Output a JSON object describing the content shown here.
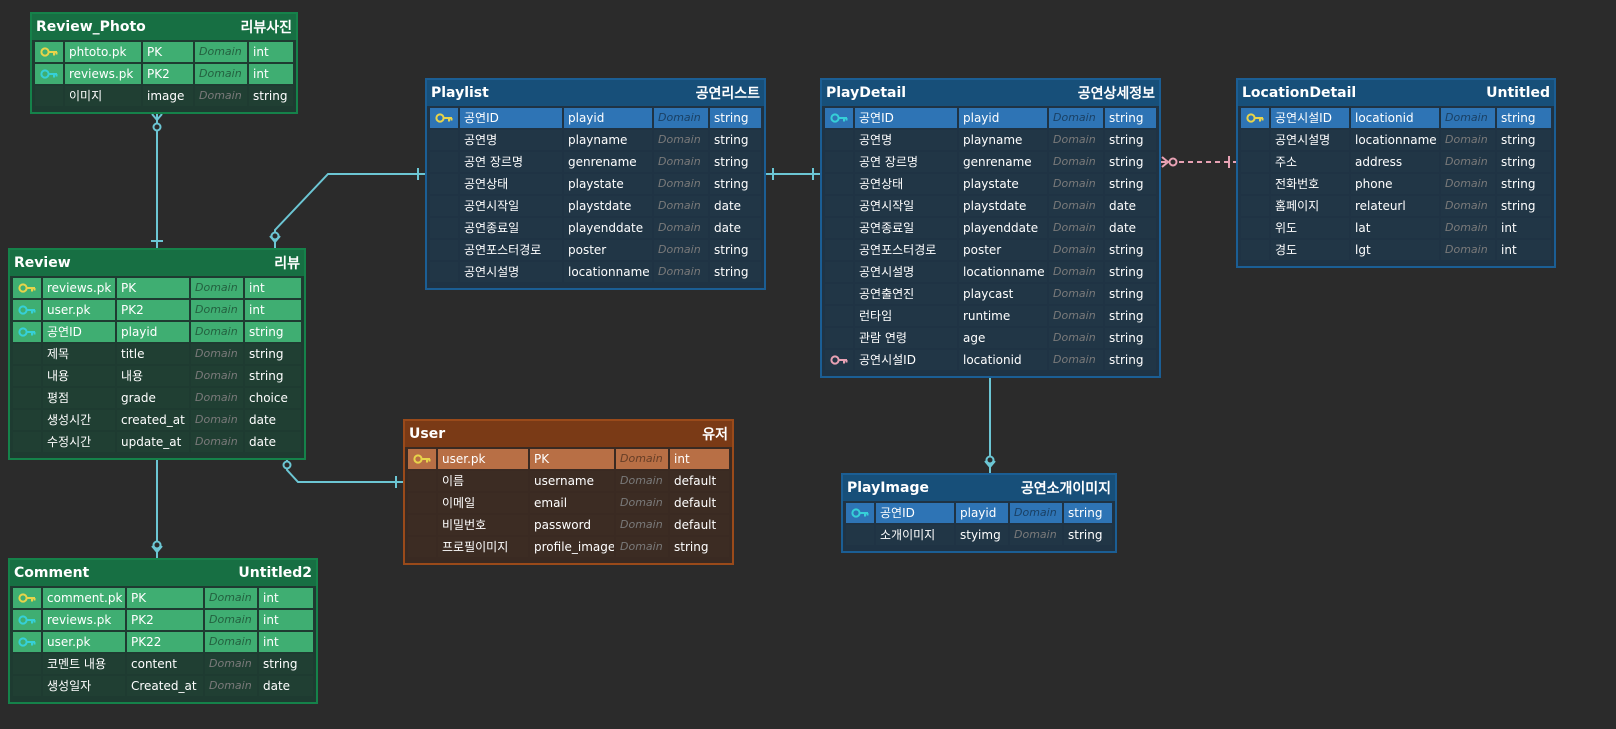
{
  "colors": {
    "green_border": "#15824a",
    "green_head": "#176f43",
    "green_body": "#1e3b31",
    "green_pk": "#3fae72",
    "blue_border": "#1b5e94",
    "blue_head": "#174f79",
    "blue_body": "#1f3344",
    "blue_pk": "#2e74b5",
    "brown_border": "#9a4a1a",
    "brown_head": "#7a3a16",
    "brown_body": "#3a2a22",
    "brown_pk": "#b86f45",
    "line": "#6cc6d4",
    "line_pink": "#e8a2b4",
    "key_gold": "#e8d44a",
    "key_teal": "#36d0d8",
    "key_pink": "#e8a2b4"
  },
  "entities": {
    "review_photo": {
      "name": "Review_Photo",
      "title": "리뷰사진",
      "rows": [
        {
          "key": "gold",
          "logical": "phtoto.pk",
          "physical": "PK",
          "domain": "Domain",
          "type": "int"
        },
        {
          "key": "teal",
          "logical": "reviews.pk",
          "physical": "PK2",
          "domain": "Domain",
          "type": "int"
        },
        {
          "key": "",
          "logical": "이미지",
          "physical": "image",
          "domain": "Domain",
          "type": "string"
        }
      ]
    },
    "playlist": {
      "name": "Playlist",
      "title": "공연리스트",
      "rows": [
        {
          "key": "gold",
          "logical": "공연ID",
          "physical": "playid",
          "domain": "Domain",
          "type": "string"
        },
        {
          "key": "",
          "logical": "공연명",
          "physical": "playname",
          "domain": "Domain",
          "type": "string"
        },
        {
          "key": "",
          "logical": "공연 장르명",
          "physical": "genrename",
          "domain": "Domain",
          "type": "string"
        },
        {
          "key": "",
          "logical": "공연상태",
          "physical": "playstate",
          "domain": "Domain",
          "type": "string"
        },
        {
          "key": "",
          "logical": "공연시작일",
          "physical": "playstdate",
          "domain": "Domain",
          "type": "date"
        },
        {
          "key": "",
          "logical": "공연종료일",
          "physical": "playenddate",
          "domain": "Domain",
          "type": "date"
        },
        {
          "key": "",
          "logical": "공연포스터경로",
          "physical": "poster",
          "domain": "Domain",
          "type": "string"
        },
        {
          "key": "",
          "logical": "공연시설명",
          "physical": "locationname",
          "domain": "Domain",
          "type": "string"
        }
      ]
    },
    "playdetail": {
      "name": "PlayDetail",
      "title": "공연상세정보",
      "rows": [
        {
          "key": "teal",
          "logical": "공연ID",
          "physical": "playid",
          "domain": "Domain",
          "type": "string"
        },
        {
          "key": "",
          "logical": "공연명",
          "physical": "playname",
          "domain": "Domain",
          "type": "string"
        },
        {
          "key": "",
          "logical": "공연 장르명",
          "physical": "genrename",
          "domain": "Domain",
          "type": "string"
        },
        {
          "key": "",
          "logical": "공연상태",
          "physical": "playstate",
          "domain": "Domain",
          "type": "string"
        },
        {
          "key": "",
          "logical": "공연시작일",
          "physical": "playstdate",
          "domain": "Domain",
          "type": "date"
        },
        {
          "key": "",
          "logical": "공연종료일",
          "physical": "playenddate",
          "domain": "Domain",
          "type": "date"
        },
        {
          "key": "",
          "logical": "공연포스터경로",
          "physical": "poster",
          "domain": "Domain",
          "type": "string"
        },
        {
          "key": "",
          "logical": "공연시설명",
          "physical": "locationname",
          "domain": "Domain",
          "type": "string"
        },
        {
          "key": "",
          "logical": "공연출연진",
          "physical": "playcast",
          "domain": "Domain",
          "type": "string"
        },
        {
          "key": "",
          "logical": "런타임",
          "physical": "runtime",
          "domain": "Domain",
          "type": "string"
        },
        {
          "key": "",
          "logical": "관람 연령",
          "physical": "age",
          "domain": "Domain",
          "type": "string"
        },
        {
          "key": "pink",
          "logical": "공연시설ID",
          "physical": "locationid",
          "domain": "Domain",
          "type": "string"
        }
      ]
    },
    "locationdetail": {
      "name": "LocationDetail",
      "title": "Untitled",
      "rows": [
        {
          "key": "gold",
          "logical": "공연시설ID",
          "physical": "locationid",
          "domain": "Domain",
          "type": "string"
        },
        {
          "key": "",
          "logical": "공연시설명",
          "physical": "locationname",
          "domain": "Domain",
          "type": "string"
        },
        {
          "key": "",
          "logical": "주소",
          "physical": "address",
          "domain": "Domain",
          "type": "string"
        },
        {
          "key": "",
          "logical": "전화번호",
          "physical": "phone",
          "domain": "Domain",
          "type": "string"
        },
        {
          "key": "",
          "logical": "홈페이지",
          "physical": "relateurl",
          "domain": "Domain",
          "type": "string"
        },
        {
          "key": "",
          "logical": "위도",
          "physical": "lat",
          "domain": "Domain",
          "type": "int"
        },
        {
          "key": "",
          "logical": "경도",
          "physical": "lgt",
          "domain": "Domain",
          "type": "int"
        }
      ]
    },
    "review": {
      "name": "Review",
      "title": "리뷰",
      "rows": [
        {
          "key": "gold",
          "logical": "reviews.pk",
          "physical": "PK",
          "domain": "Domain",
          "type": "int"
        },
        {
          "key": "teal",
          "logical": "user.pk",
          "physical": "PK2",
          "domain": "Domain",
          "type": "int"
        },
        {
          "key": "teal",
          "logical": "공연ID",
          "physical": "playid",
          "domain": "Domain",
          "type": "string"
        },
        {
          "key": "",
          "logical": "제목",
          "physical": "title",
          "domain": "Domain",
          "type": "string"
        },
        {
          "key": "",
          "logical": "내용",
          "physical": "내용",
          "domain": "Domain",
          "type": "string"
        },
        {
          "key": "",
          "logical": "평점",
          "physical": "grade",
          "domain": "Domain",
          "type": "choice"
        },
        {
          "key": "",
          "logical": "생성시간",
          "physical": "created_at",
          "domain": "Domain",
          "type": "date"
        },
        {
          "key": "",
          "logical": "수정시간",
          "physical": "update_at",
          "domain": "Domain",
          "type": "date"
        }
      ]
    },
    "user": {
      "name": "User",
      "title": "유저",
      "rows": [
        {
          "key": "gold",
          "logical": "user.pk",
          "physical": "PK",
          "domain": "Domain",
          "type": "int"
        },
        {
          "key": "",
          "logical": "이름",
          "physical": "username",
          "domain": "Domain",
          "type": "default"
        },
        {
          "key": "",
          "logical": "이메일",
          "physical": "email",
          "domain": "Domain",
          "type": "default"
        },
        {
          "key": "",
          "logical": "비밀번호",
          "physical": "password",
          "domain": "Domain",
          "type": "default"
        },
        {
          "key": "",
          "logical": "프로필이미지",
          "physical": "profile_image",
          "domain": "Domain",
          "type": "string"
        }
      ]
    },
    "playimage": {
      "name": "PlayImage",
      "title": "공연소개이미지",
      "rows": [
        {
          "key": "teal",
          "logical": "공연ID",
          "physical": "playid",
          "domain": "Domain",
          "type": "string"
        },
        {
          "key": "",
          "logical": "소개이미지",
          "physical": "styimg",
          "domain": "Domain",
          "type": "string"
        }
      ]
    },
    "comment": {
      "name": "Comment",
      "title": "Untitled2",
      "rows": [
        {
          "key": "gold",
          "logical": "comment.pk",
          "physical": "PK",
          "domain": "Domain",
          "type": "int"
        },
        {
          "key": "teal",
          "logical": "reviews.pk",
          "physical": "PK2",
          "domain": "Domain",
          "type": "int"
        },
        {
          "key": "teal",
          "logical": "user.pk",
          "physical": "PK22",
          "domain": "Domain",
          "type": "int"
        },
        {
          "key": "",
          "logical": "코멘트 내용",
          "physical": "content",
          "domain": "Domain",
          "type": "string"
        },
        {
          "key": "",
          "logical": "생성일자",
          "physical": "Created_at",
          "domain": "Domain",
          "type": "date"
        }
      ]
    }
  }
}
